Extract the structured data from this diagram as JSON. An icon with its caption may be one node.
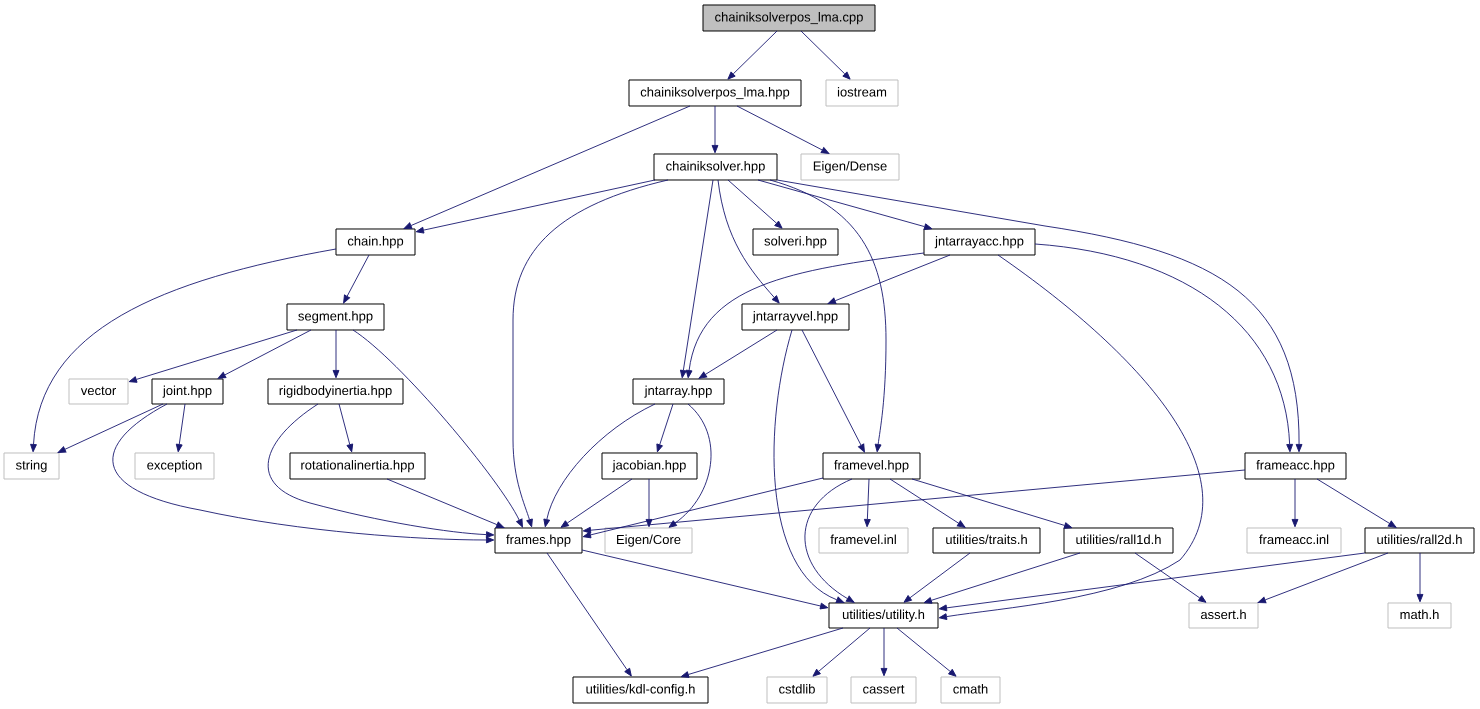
{
  "diagram": {
    "nodes": [
      {
        "text": [
          "chainiksolverpos_lma.cpp"
        ]
      },
      {
        "text": [
          "chainiksolverpos_lma.hpp"
        ]
      },
      {
        "text": [
          "iostream"
        ]
      },
      {
        "text": [
          "chainiksolver.hpp"
        ]
      },
      {
        "text": [
          "Eigen/Dense"
        ]
      },
      {
        "text": [
          "chain.hpp"
        ]
      },
      {
        "text": [
          "solveri.hpp"
        ]
      },
      {
        "text": [
          "jntarrayacc.hpp"
        ]
      },
      {
        "text": [
          "segment.hpp"
        ]
      },
      {
        "text": [
          "jntarrayvel.hpp"
        ]
      },
      {
        "text": [
          "vector"
        ]
      },
      {
        "text": [
          "joint.hpp"
        ]
      },
      {
        "text": [
          "rigidbodyinertia.hpp"
        ]
      },
      {
        "text": [
          "jntarray.hpp"
        ]
      },
      {
        "text": [
          "string"
        ]
      },
      {
        "text": [
          "exception"
        ]
      },
      {
        "text": [
          "rotationalinertia.hpp"
        ]
      },
      {
        "text": [
          "jacobian.hpp"
        ]
      },
      {
        "text": [
          "framevel.hpp"
        ]
      },
      {
        "text": [
          "frameacc.hpp"
        ]
      },
      {
        "text": [
          "frames.hpp"
        ]
      },
      {
        "text": [
          "Eigen/Core"
        ]
      },
      {
        "text": [
          "framevel.inl"
        ]
      },
      {
        "text": [
          "utilities/traits.h"
        ]
      },
      {
        "text": [
          "utilities/rall1d.h"
        ]
      },
      {
        "text": [
          "frameacc.inl"
        ]
      },
      {
        "text": [
          "utilities/rall2d.h"
        ]
      },
      {
        "text": [
          "utilities/utility.h"
        ]
      },
      {
        "text": [
          "assert.h"
        ]
      },
      {
        "text": [
          "math.h"
        ]
      },
      {
        "text": [
          "utilities/kdl-config.h"
        ]
      },
      {
        "text": [
          "cstdlib"
        ]
      },
      {
        "text": [
          "cassert"
        ]
      },
      {
        "text": [
          "cmath"
        ]
      }
    ],
    "edges": [
      {
        "from": 0,
        "to": 1,
        "arrow": "to"
      },
      {
        "from": 0,
        "to": 2,
        "arrow": "to"
      },
      {
        "from": 1,
        "to": 5,
        "arrow": "to"
      },
      {
        "from": 1,
        "to": 3,
        "arrow": "to"
      },
      {
        "from": 1,
        "to": 4,
        "arrow": "to"
      },
      {
        "from": 3,
        "to": 5,
        "arrow": "to"
      },
      {
        "from": 3,
        "to": 20,
        "arrow": "to"
      },
      {
        "from": 3,
        "to": 13,
        "arrow": "to"
      },
      {
        "from": 3,
        "to": 9,
        "arrow": "to"
      },
      {
        "from": 3,
        "to": 6,
        "arrow": "to"
      },
      {
        "from": 3,
        "to": 18,
        "arrow": "to"
      },
      {
        "from": 3,
        "to": 7,
        "arrow": "to"
      },
      {
        "from": 3,
        "to": 19,
        "arrow": "to"
      },
      {
        "from": 5,
        "to": 14,
        "arrow": "to"
      },
      {
        "from": 5,
        "to": 8,
        "arrow": "to"
      },
      {
        "from": 8,
        "to": 10,
        "arrow": "to"
      },
      {
        "from": 8,
        "to": 11,
        "arrow": "to"
      },
      {
        "from": 8,
        "to": 12,
        "arrow": "to"
      },
      {
        "from": 8,
        "to": 20,
        "arrow": "to"
      },
      {
        "from": 7,
        "to": 13,
        "arrow": "to"
      },
      {
        "from": 7,
        "to": 9,
        "arrow": "to"
      },
      {
        "from": 7,
        "to": 27,
        "arrow": "to"
      },
      {
        "from": 7,
        "to": 19,
        "arrow": "to"
      },
      {
        "from": 9,
        "to": 13,
        "arrow": "to"
      },
      {
        "from": 9,
        "to": 27,
        "arrow": "to"
      },
      {
        "from": 9,
        "to": 18,
        "arrow": "to"
      },
      {
        "from": 11,
        "to": 14,
        "arrow": "to"
      },
      {
        "from": 11,
        "to": 15,
        "arrow": "to"
      },
      {
        "from": 11,
        "to": 20,
        "arrow": "to"
      },
      {
        "from": 12,
        "to": 16,
        "arrow": "to"
      },
      {
        "from": 12,
        "to": 20,
        "arrow": "to"
      },
      {
        "from": 13,
        "to": 20,
        "arrow": "to"
      },
      {
        "from": 13,
        "to": 17,
        "arrow": "to"
      },
      {
        "from": 13,
        "to": 21,
        "arrow": "to"
      },
      {
        "from": 16,
        "to": 20,
        "arrow": "to"
      },
      {
        "from": 17,
        "to": 20,
        "arrow": "to"
      },
      {
        "from": 17,
        "to": 21,
        "arrow": "to"
      },
      {
        "from": 18,
        "to": 20,
        "arrow": "to"
      },
      {
        "from": 18,
        "to": 27,
        "arrow": "to"
      },
      {
        "from": 18,
        "to": 22,
        "arrow": "to"
      },
      {
        "from": 18,
        "to": 23,
        "arrow": "to"
      },
      {
        "from": 18,
        "to": 24,
        "arrow": "to"
      },
      {
        "from": 19,
        "to": 20,
        "arrow": "to"
      },
      {
        "from": 19,
        "to": 25,
        "arrow": "to"
      },
      {
        "from": 19,
        "to": 26,
        "arrow": "to"
      },
      {
        "from": 20,
        "to": 27,
        "arrow": "to"
      },
      {
        "from": 20,
        "to": 30,
        "arrow": "to"
      },
      {
        "from": 23,
        "to": 27,
        "arrow": "to"
      },
      {
        "from": 24,
        "to": 27,
        "arrow": "to"
      },
      {
        "from": 24,
        "to": 28,
        "arrow": "to"
      },
      {
        "from": 26,
        "to": 27,
        "arrow": "to"
      },
      {
        "from": 26,
        "to": 28,
        "arrow": "to"
      },
      {
        "from": 26,
        "to": 29,
        "arrow": "to"
      },
      {
        "from": 27,
        "to": 30,
        "arrow": "to"
      },
      {
        "from": 27,
        "to": 31,
        "arrow": "to"
      },
      {
        "from": 27,
        "to": 32,
        "arrow": "to"
      },
      {
        "from": 27,
        "to": 33,
        "arrow": "to"
      }
    ]
  }
}
